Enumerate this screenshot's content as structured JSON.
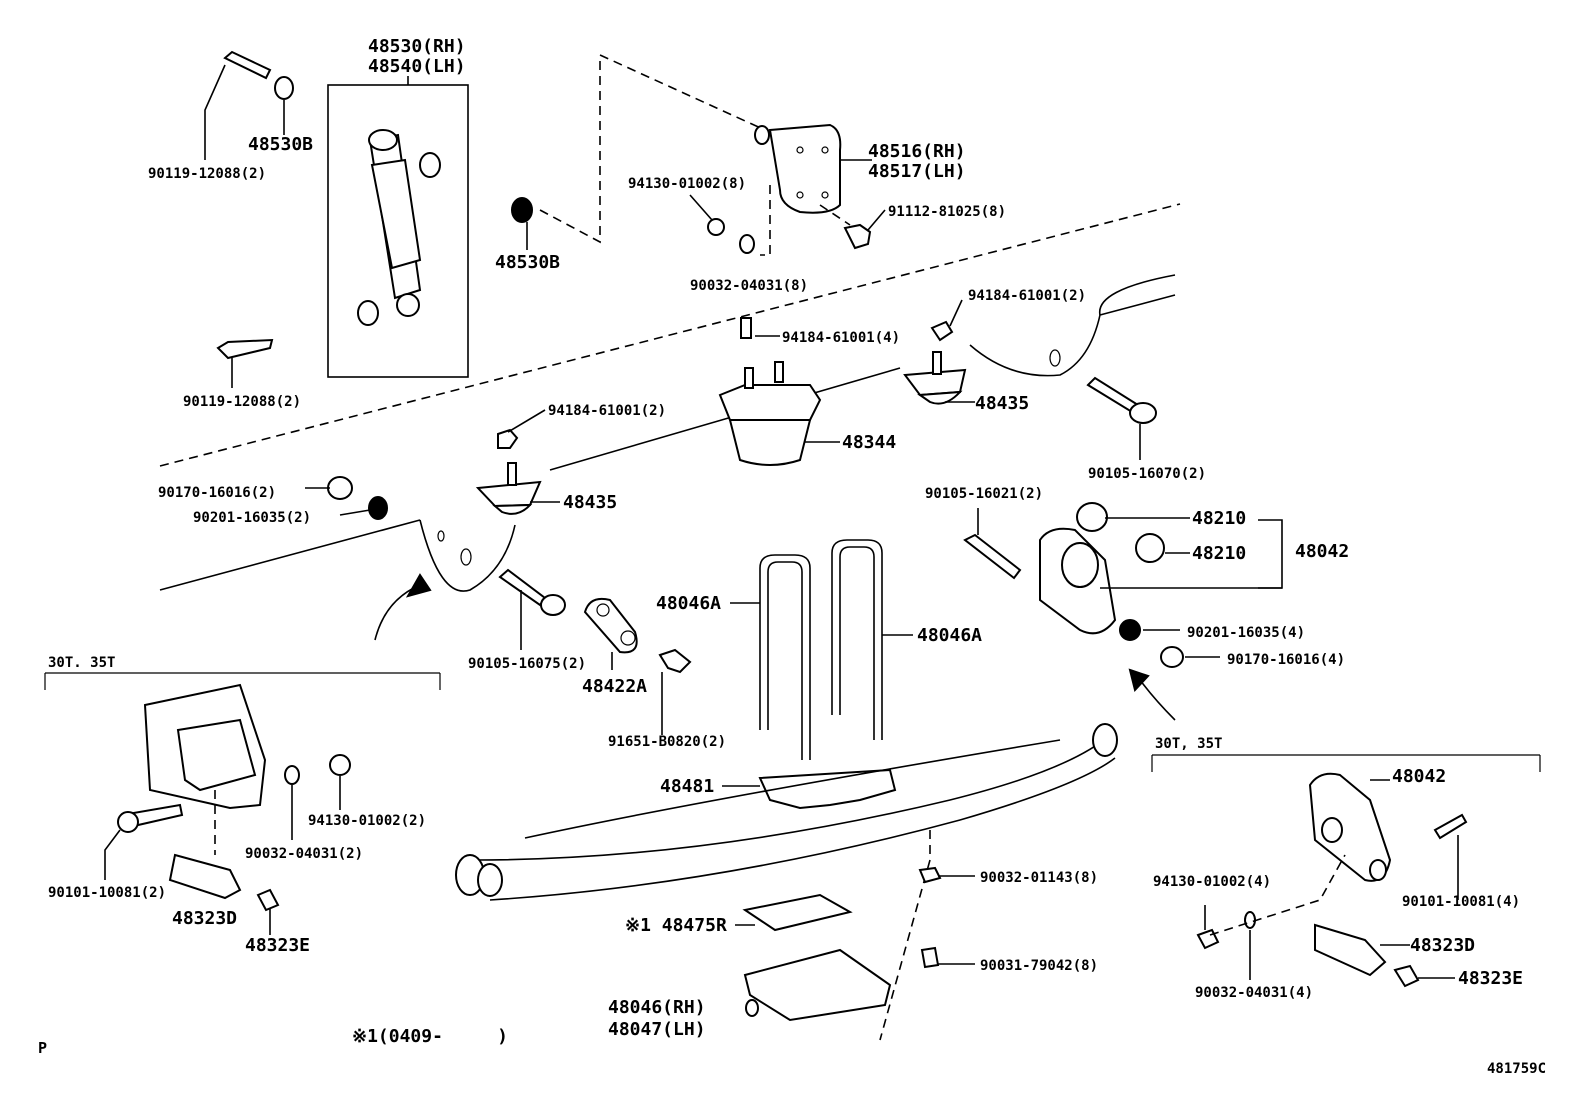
{
  "labels": {
    "shock_rh": "48530(RH)",
    "shock_lh": "48540(LH)",
    "bushing_top": "48530B",
    "bushing_mid": "48530B",
    "bolt_top": "90119-12088(2)",
    "bolt_low": "90119-12088(2)",
    "bracket_rh": "48516(RH)",
    "bracket_lh": "48517(LH)",
    "nut_bracket": "94130-01002(8)",
    "bolt_bracket": "91112-81025(8)",
    "washer_bracket": "90032-04031(8)",
    "nut_top_right": "94184-61001(2)",
    "bolt_bumper": "94184-61001(4)",
    "nut_left": "94184-61001(2)",
    "stopper_right": "48435",
    "stopper_left": "48435",
    "bumper": "48344",
    "bolt_rear": "90105-16070(2)",
    "bolt_shackle": "90105-16021(2)",
    "bush_1": "48210",
    "bush_2": "48210",
    "shackle_assy": "48042",
    "washer_4": "90201-16035(4)",
    "nut_4": "90170-16016(4)",
    "nut_2": "90170-16016(2)",
    "washer_2": "90201-16035(2)",
    "bolt_front": "90105-16075(2)",
    "plate_front": "48422A",
    "bolt_plate": "91651-B0820(2)",
    "ubolt_1": "48046A",
    "ubolt_2": "48046A",
    "spacer": "48481",
    "pad": "※1 48475R",
    "washer_8": "90032-01143(8)",
    "nut_8": "90031-79042(8)",
    "seat_rh": "48046(RH)",
    "seat_lh": "48047(LH)",
    "footnote": "※1(0409-     )",
    "page_mark": "P",
    "diagram_id": "481759C"
  },
  "inset_left": {
    "title": "30T. 35T",
    "nut": "94130-01002(2)",
    "washer": "90032-04031(2)",
    "bolt": "90101-10081(2)",
    "pin": "48323D",
    "fitting": "48323E"
  },
  "inset_right": {
    "title": "30T, 35T",
    "shackle": "48042",
    "nut": "94130-01002(4)",
    "bolt": "90101-10081(4)",
    "washer": "90032-04031(4)",
    "pin": "48323D",
    "fitting": "48323E"
  }
}
